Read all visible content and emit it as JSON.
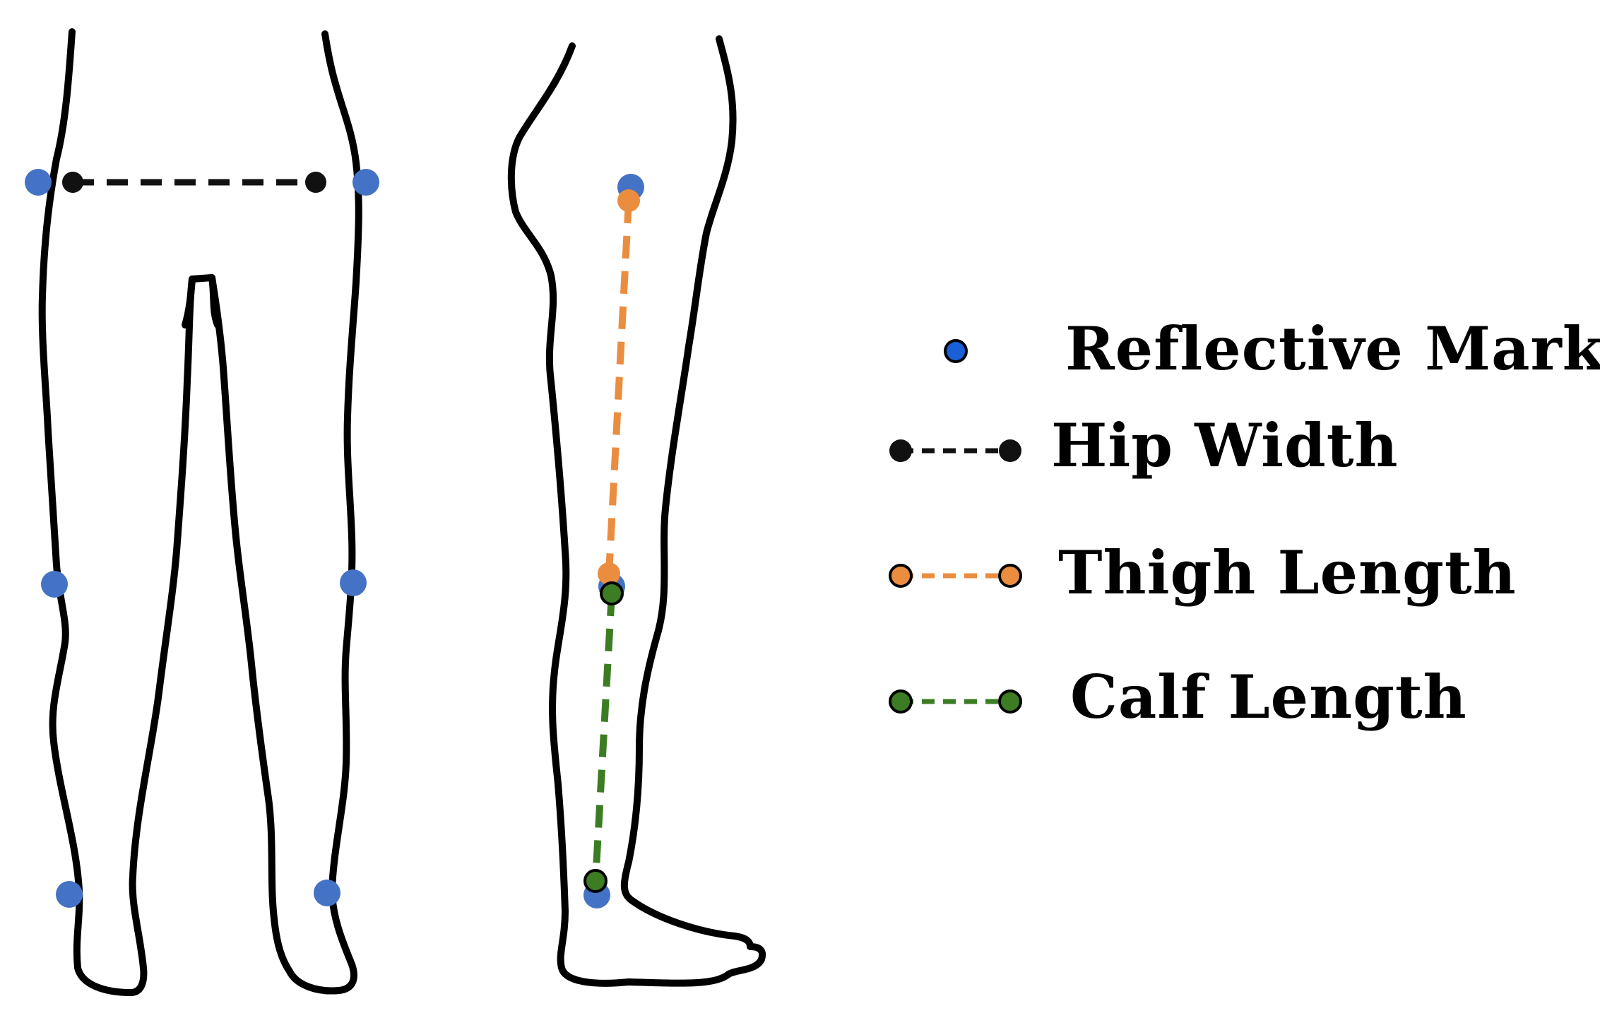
{
  "legend": {
    "items": [
      {
        "key": "markers",
        "label": "Reflective Markers",
        "symbol": "marker-dot",
        "color": "#1a5fd6"
      },
      {
        "key": "hip",
        "label": "Hip Width",
        "symbol": "dashed-line-dots",
        "color": "#111111"
      },
      {
        "key": "thigh",
        "label": "Thigh Length",
        "symbol": "dashed-line-dots",
        "color": "#eb8d3f"
      },
      {
        "key": "calf",
        "label": "Calf Length",
        "symbol": "dashed-line-dots",
        "color": "#3c7d23"
      }
    ]
  },
  "colors": {
    "outline": "#000000",
    "marker": "#4472c4",
    "marker_legend": "#1a5fd6",
    "hip": "#111111",
    "thigh": "#eb8d3f",
    "calf": "#3c7d23"
  }
}
